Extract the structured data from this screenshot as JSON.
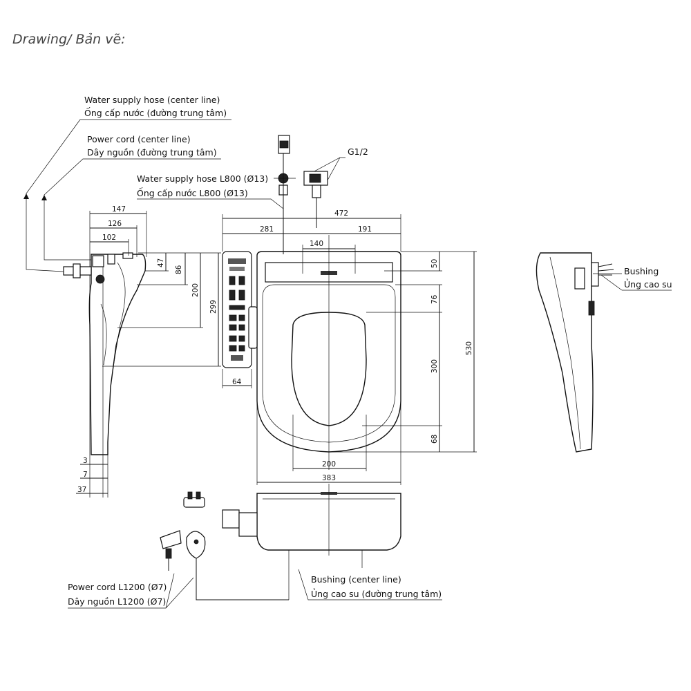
{
  "title": "Drawing/ Bản vẽ:",
  "labels": {
    "water_hose_center_en": "Water supply hose (center line)",
    "water_hose_center_vi": "Ống cấp nước (đường trung tâm)",
    "power_cord_center_en": "Power cord (center line)",
    "power_cord_center_vi": "Dây nguồn (đường trung tâm)",
    "water_hose_l800_en": "Water supply hose L800 (Ø13)",
    "water_hose_l800_vi": "Ống cấp nước L800 (Ø13)",
    "thread_size": "G1/2",
    "bushing_side_en": "Bushing",
    "bushing_side_vi": "Ủng cao su",
    "power_cord_l1200_en": "Power cord L1200 (Ø7)",
    "power_cord_l1200_vi": "Dây nguồn L1200 (Ø7)",
    "bushing_center_en": "Bushing (center line)",
    "bushing_center_vi": "Ủng cao su (đường trung tâm)"
  },
  "dimensions": {
    "side_147": "147",
    "side_126": "126",
    "side_102": "102",
    "side_47": "47",
    "side_86": "86",
    "side_200": "200",
    "side_299": "299",
    "side_3": "3",
    "side_7": "7",
    "side_37": "37",
    "remote_64": "64",
    "top_472": "472",
    "top_281": "281",
    "top_191": "191",
    "top_140": "140",
    "top_50": "50",
    "top_76": "76",
    "top_300": "300",
    "top_68": "68",
    "top_530": "530",
    "top_200": "200",
    "top_383": "383"
  }
}
